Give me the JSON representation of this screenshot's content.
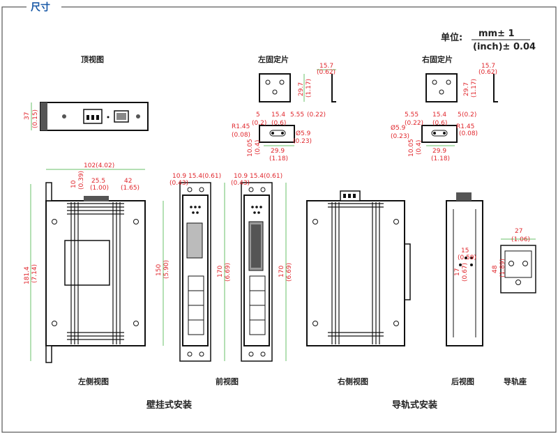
{
  "title": "尺寸",
  "unit": {
    "label": "单位:",
    "top": "mm± 1",
    "bottom": "(inch)± 0.04"
  },
  "views": {
    "top": "顶视图",
    "left_bracket": "左固定片",
    "right_bracket": "右固定片",
    "left_side": "左侧视图",
    "front": "前视图",
    "right_side": "右侧视图",
    "rear": "后视图",
    "rail_seat": "导轨座"
  },
  "sections": {
    "wall": "壁挂式安装",
    "rail": "导轨式安装"
  },
  "dims": {
    "top_h": "37",
    "top_h_in": "(0.15)",
    "bracket_w": "15.7",
    "bracket_w_in": "(0.62)",
    "bracket_h": "29.7",
    "bracket_h_in": "(1.17)",
    "b5": "5",
    "b5_in": "(0.2)",
    "b154": "15.4",
    "b154_in": "(0.6)",
    "b555": "5.55",
    "b555_in": "(0.22)",
    "r145": "R1.45",
    "r145_in": "(0.08)",
    "d59": "Ø5.9",
    "d59_in": "(0.23)",
    "h1005": "10.05",
    "h1005_in": "(0.4)",
    "w299": "29.9",
    "w299_in": "(1.18)",
    "w102": "102(4.02)",
    "w10": "10",
    "w10_in": "(0.39)",
    "w255": "25.5",
    "w255_in": "(1.00)",
    "w42": "42",
    "w42_in": "(1.65)",
    "h1814": "181.4",
    "h1814_in": "(7.14)",
    "h150": "150",
    "h150_in": "(5.90)",
    "f109": "10.9",
    "f109_in": "(0.43)",
    "f154": "15.4(0.61)",
    "h170": "170",
    "h170_in": "(6.69)",
    "r15": "15",
    "r15_in": "(0.59)",
    "r17": "17",
    "r17_in": "(0.67)",
    "s27": "27",
    "s27_in": "(1.06)",
    "s48": "48",
    "s48_in": "(1.89)"
  },
  "colors": {
    "dim_text": "#e0252b",
    "dim_line": "#6ac16a",
    "title": "#1a5aa8",
    "border": "#555555"
  }
}
